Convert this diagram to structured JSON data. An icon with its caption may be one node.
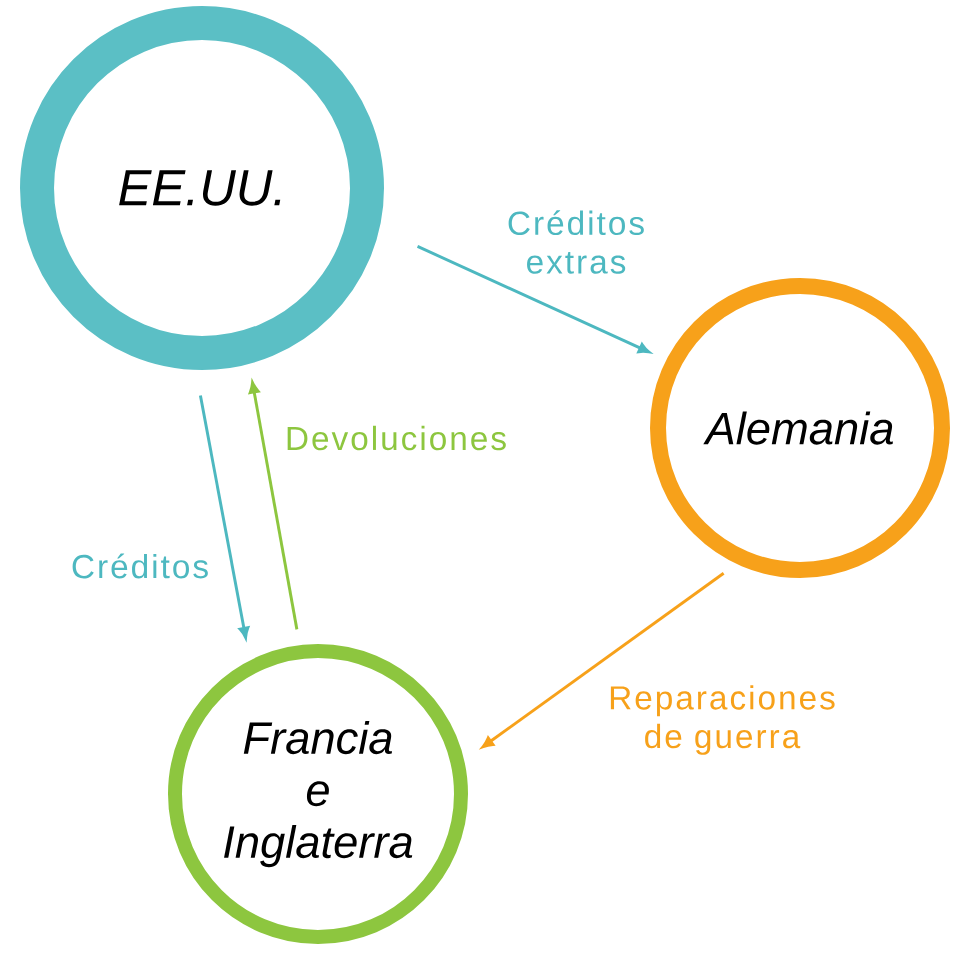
{
  "diagram": {
    "nodes": [
      {
        "text": [
          "EE.UU."
        ]
      },
      {
        "text": [
          "Alemania"
        ]
      },
      {
        "text": [
          "Francia e Inglaterra"
        ]
      }
    ],
    "edges": [
      {
        "from": 0,
        "to": 1,
        "arrow": "to",
        "label": "Créditos extras"
      },
      {
        "from": 0,
        "to": 2,
        "arrow": "to",
        "label": "Créditos"
      },
      {
        "from": 2,
        "to": 0,
        "arrow": "to",
        "label": "Devoluciones",
        "color": "#8dc63f"
      },
      {
        "from": 1,
        "to": 2,
        "arrow": "to",
        "label": "Reparaciones de guerra",
        "color": "#f7a11a"
      }
    ]
  }
}
